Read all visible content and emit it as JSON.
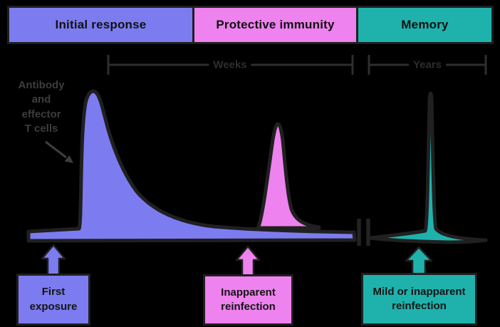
{
  "figure": {
    "background": "#000000",
    "outline_color": "#202020",
    "muted_text_color": "#3d3d3d",
    "phases": [
      {
        "label": "Initial response",
        "color": "#7c7cf0"
      },
      {
        "label": "Protective immunity",
        "color": "#ee82ee"
      },
      {
        "label": "Memory",
        "color": "#1fb2ad"
      }
    ],
    "timeline": {
      "weeks_label": "Weeks",
      "years_label": "Years"
    },
    "y_axis_label": "Antibody\nand\neffector\nT cells",
    "events": [
      {
        "label": "First\nexposure",
        "color": "#7c7cf0"
      },
      {
        "label": "Inapparent\nreinfection",
        "color": "#ee82ee"
      },
      {
        "label": "Mild or inapparent\nreinfection",
        "color": "#1fb2ad"
      }
    ],
    "curves": [
      {
        "name": "initial-response-curve",
        "color": "#7c7cf0"
      },
      {
        "name": "reinfection-curve",
        "color": "#ee82ee"
      },
      {
        "name": "memory-curve",
        "color": "#1fb2ad"
      }
    ]
  }
}
